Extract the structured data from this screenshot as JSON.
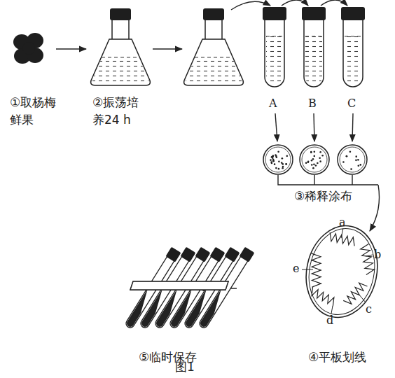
{
  "diagram": {
    "caption": "图1",
    "labels": [
      "①取杨梅 鲜果",
      "②振荡培 养24 h",
      "A",
      "B",
      "C",
      "③稀释涂布",
      "a",
      "b",
      "c",
      "d",
      "e",
      "④平板划线",
      "⑤临时保存"
    ]
  }
}
